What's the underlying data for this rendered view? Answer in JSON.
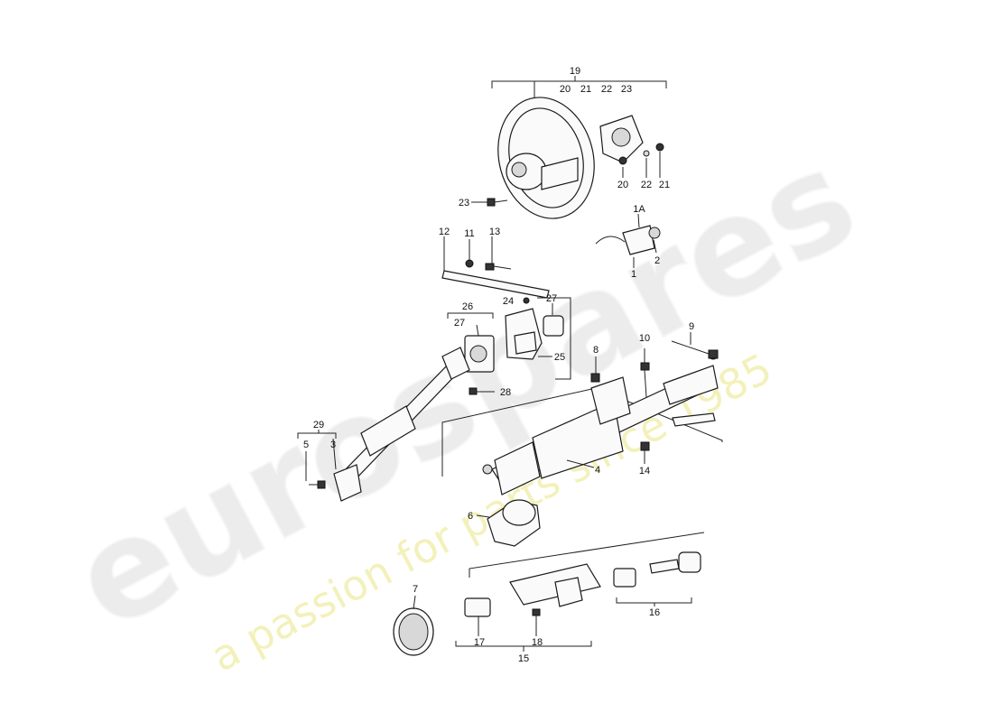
{
  "watermark": {
    "brand": "eurospares",
    "tagline": "a passion for parts since 1985"
  },
  "callouts": [
    {
      "id": "c19",
      "text": "19"
    },
    {
      "id": "c20a",
      "text": "20"
    },
    {
      "id": "c21a",
      "text": "21"
    },
    {
      "id": "c22a",
      "text": "22"
    },
    {
      "id": "c23a",
      "text": "23"
    },
    {
      "id": "c20b",
      "text": "20"
    },
    {
      "id": "c22b",
      "text": "22"
    },
    {
      "id": "c21b",
      "text": "21"
    },
    {
      "id": "c23b",
      "text": "23"
    },
    {
      "id": "c1A",
      "text": "1A"
    },
    {
      "id": "c1",
      "text": "1"
    },
    {
      "id": "c2",
      "text": "2"
    },
    {
      "id": "c12",
      "text": "12"
    },
    {
      "id": "c11",
      "text": "11"
    },
    {
      "id": "c13",
      "text": "13"
    },
    {
      "id": "c24",
      "text": "24"
    },
    {
      "id": "c27a",
      "text": "27"
    },
    {
      "id": "c26",
      "text": "26"
    },
    {
      "id": "c27b",
      "text": "27"
    },
    {
      "id": "c25",
      "text": "25"
    },
    {
      "id": "c28",
      "text": "28"
    },
    {
      "id": "c9",
      "text": "9"
    },
    {
      "id": "c10",
      "text": "10"
    },
    {
      "id": "c8",
      "text": "8"
    },
    {
      "id": "c29",
      "text": "29"
    },
    {
      "id": "c5",
      "text": "5"
    },
    {
      "id": "c3",
      "text": "3"
    },
    {
      "id": "c4",
      "text": "4"
    },
    {
      "id": "c14",
      "text": "14"
    },
    {
      "id": "c6",
      "text": "6"
    },
    {
      "id": "c7",
      "text": "7"
    },
    {
      "id": "c16",
      "text": "16"
    },
    {
      "id": "c17",
      "text": "17"
    },
    {
      "id": "c18",
      "text": "18"
    },
    {
      "id": "c15",
      "text": "15"
    }
  ]
}
